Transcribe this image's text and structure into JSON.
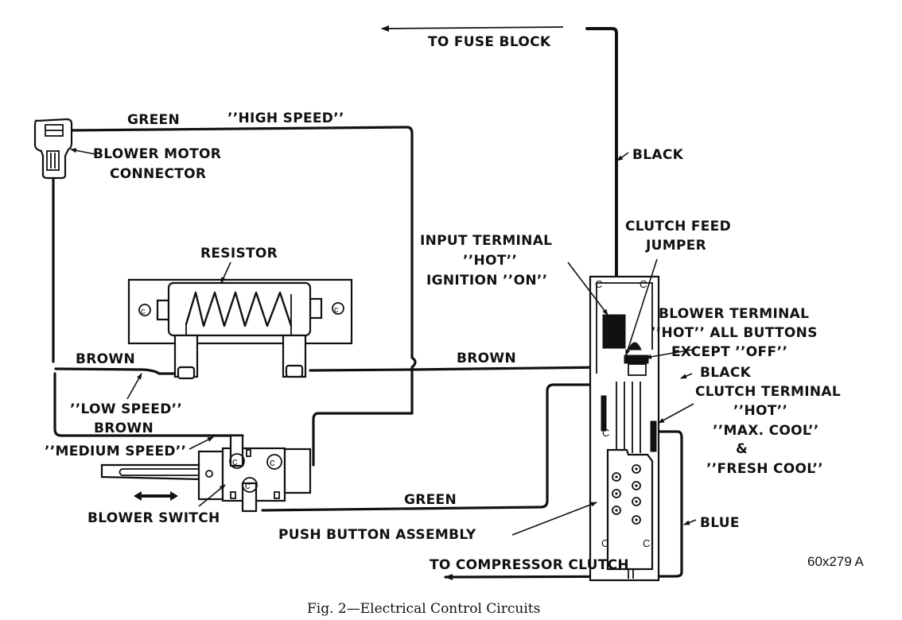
{
  "figure": {
    "caption": "Fig. 2—Electrical Control Circuits",
    "reference_code": "60x279 A"
  },
  "labels": {
    "to_fuse_block": "TO FUSE BLOCK",
    "black_top": "BLACK",
    "green_top": "GREEN",
    "high_speed": "’’HIGH SPEED’’",
    "blower_motor_connector": [
      "BLOWER MOTOR",
      "CONNECTOR"
    ],
    "resistor": "RESISTOR",
    "input_terminal": [
      "INPUT TERMINAL",
      "’’HOT’’",
      "IGNITION ’’ON’’"
    ],
    "clutch_feed_jumper": [
      "CLUTCH FEED",
      "JUMPER"
    ],
    "blower_terminal": [
      "BLOWER TERMINAL",
      "’’HOT’’ ALL BUTTONS",
      "EXCEPT ’’OFF’’"
    ],
    "brown_left": "BROWN",
    "brown_middle": "BROWN",
    "black_mid": "BLACK",
    "clutch_terminal": [
      "CLUTCH TERMINAL",
      "’’HOT’’",
      "’’MAX. COOL’’",
      "&",
      "’’FRESH COOL’’"
    ],
    "low_speed": "’’LOW SPEED’’",
    "brown_lower": "BROWN",
    "medium_speed": "’’MEDIUM SPEED’’",
    "green_bottom": "GREEN",
    "blower_switch": "BLOWER SWITCH",
    "push_button_assembly": "PUSH BUTTON ASSEMBLY",
    "blue": "BLUE",
    "to_compressor_clutch": "TO COMPRESSOR CLUTCH"
  },
  "wire_colors": {
    "feed": "BLACK",
    "high_speed": "GREEN",
    "low_speed": "BROWN",
    "medium_speed": "BROWN",
    "clutch": "BLUE"
  }
}
